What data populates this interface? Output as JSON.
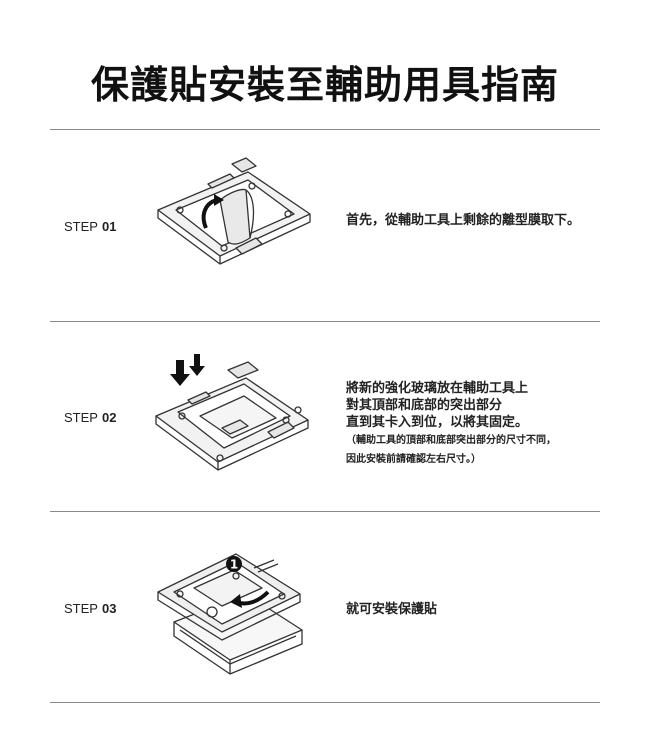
{
  "title": "保護貼安裝至輔助用具指南",
  "steps": [
    {
      "label": "STEP",
      "number": "01",
      "lines": [
        "首先，從輔助工具上剩餘的離型膜取下。"
      ]
    },
    {
      "label": "STEP",
      "number": "02",
      "lines": [
        "將新的強化玻璃放在輔助工具上",
        "對其頂部和底部的突出部分",
        "直到其卡入到位，以將其固定。"
      ],
      "notes": [
        "（輔助工具的頂部和底部突出部分的尺寸不同，",
        "因此安裝前請確認左右尺寸。）"
      ]
    },
    {
      "label": "STEP",
      "number": "03",
      "lines": [
        "就可安裝保護貼"
      ],
      "badge": "1"
    }
  ]
}
